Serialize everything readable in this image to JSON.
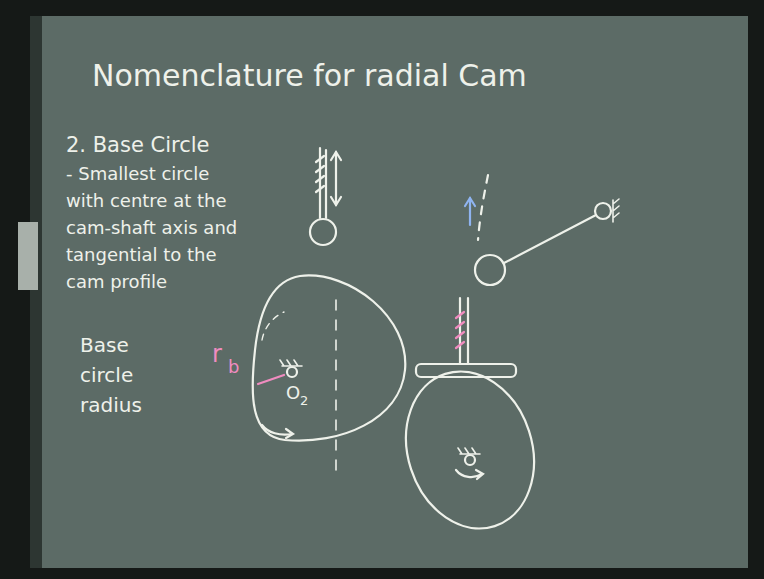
{
  "diagram": {
    "title": "Nomenclature for radial Cam",
    "labels": [
      "2. Base Circle",
      "- Smallest circle with centre at the cam-shaft axis and tangential to the cam profile",
      "Base circle radius",
      "r",
      "b",
      "O",
      "2"
    ]
  }
}
